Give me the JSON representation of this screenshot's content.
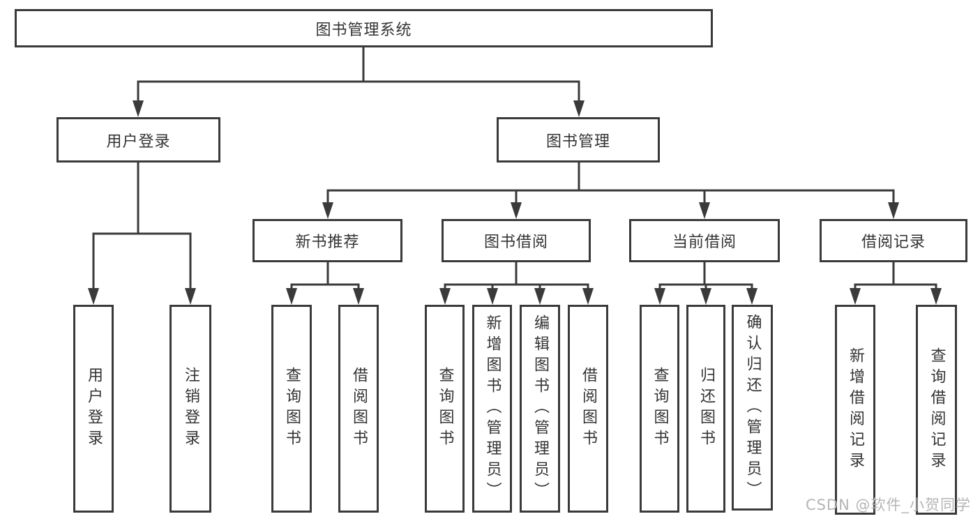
{
  "diagram": {
    "title": "图书管理系统",
    "type": "hierarchy-tree",
    "nodes": {
      "root": "图书管理系统",
      "user_login": "用户登录",
      "book_mgmt": "图书管理",
      "new_book_rec": "新书推荐",
      "book_borrow": "图书借阅",
      "current_borrow": "当前借阅",
      "borrow_record": "借阅记录",
      "leaf_user_login": "用户登录",
      "leaf_logout": "注销登录",
      "leaf_query_book_1": "查询图书",
      "leaf_borrow_book_1": "借阅图书",
      "leaf_query_book_2": "查询图书",
      "leaf_add_book": "新增图书（管理员）",
      "leaf_edit_book": "编辑图书（管理员）",
      "leaf_borrow_book_2": "借阅图书",
      "leaf_query_book_3": "查询图书",
      "leaf_return_book": "归还图书",
      "leaf_confirm_return": "确认归还（管理员）",
      "leaf_add_record": "新增借阅记录",
      "leaf_query_record": "查询借阅记录"
    },
    "edges": [
      [
        "图书管理系统",
        "用户登录"
      ],
      [
        "图书管理系统",
        "图书管理"
      ],
      [
        "用户登录",
        "用户登录"
      ],
      [
        "用户登录",
        "注销登录"
      ],
      [
        "图书管理",
        "新书推荐"
      ],
      [
        "图书管理",
        "图书借阅"
      ],
      [
        "图书管理",
        "当前借阅"
      ],
      [
        "图书管理",
        "借阅记录"
      ],
      [
        "新书推荐",
        "查询图书"
      ],
      [
        "新书推荐",
        "借阅图书"
      ],
      [
        "图书借阅",
        "查询图书"
      ],
      [
        "图书借阅",
        "新增图书（管理员）"
      ],
      [
        "图书借阅",
        "编辑图书（管理员）"
      ],
      [
        "图书借阅",
        "借阅图书"
      ],
      [
        "当前借阅",
        "查询图书"
      ],
      [
        "当前借阅",
        "归还图书"
      ],
      [
        "当前借阅",
        "确认归还（管理员）"
      ],
      [
        "借阅记录",
        "新增借阅记录"
      ],
      [
        "借阅记录",
        "查询借阅记录"
      ]
    ],
    "colors": {
      "line": "#3a3a3a",
      "box_border": "#3a3a3a",
      "box_fill": "#ffffff",
      "text": "#333333",
      "background": "#ffffff",
      "watermark": "#b5b5b5"
    }
  },
  "watermark": "CSDN @软件_小贺同学"
}
